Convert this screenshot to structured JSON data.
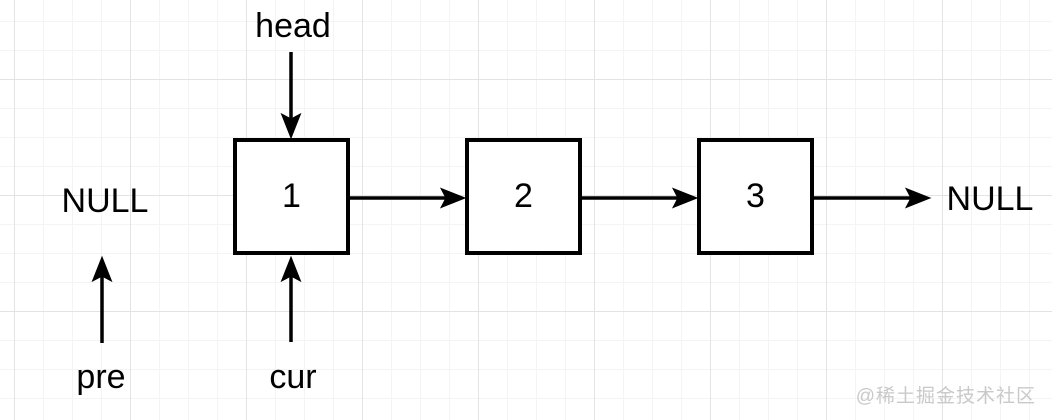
{
  "diagram": {
    "type": "singly-linked-list",
    "nodes": [
      {
        "value": "1"
      },
      {
        "value": "2"
      },
      {
        "value": "3"
      }
    ],
    "pointer_labels": {
      "head": "head",
      "pre": "pre",
      "cur": "cur"
    },
    "null_left": "NULL",
    "null_right": "NULL",
    "watermark": "@稀土掘金技术社区",
    "colors": {
      "stroke": "#000000",
      "background": "#ffffff",
      "grid_minor": "#f4f4f4",
      "grid_major": "#e3e3e3",
      "watermark": "#c9c9c9"
    }
  }
}
